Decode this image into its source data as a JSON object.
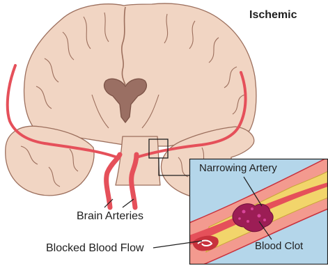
{
  "diagram": {
    "title": "Ischemic",
    "labels": {
      "brain_arteries": "Brain Arteries",
      "blocked_blood_flow": "Blocked Blood Flow",
      "narrowing_artery": "Narrowing Artery",
      "blood_clot": "Blood Clot"
    },
    "colors": {
      "brain_tissue": "#f1d5c3",
      "brain_outline": "#9c6f5d",
      "ventricle": "#9a6f63",
      "artery": "#e5505a",
      "artery_dark": "#c8323d",
      "vessel_wall": "#f39a8f",
      "plaque": "#f2d56b",
      "clot": "#9c1d55",
      "inset_background": "#b4d6ea",
      "leader_line": "#1e1e1e"
    },
    "icons": [
      "brain-cross-section-illustration",
      "artery-blockage-inset"
    ]
  }
}
